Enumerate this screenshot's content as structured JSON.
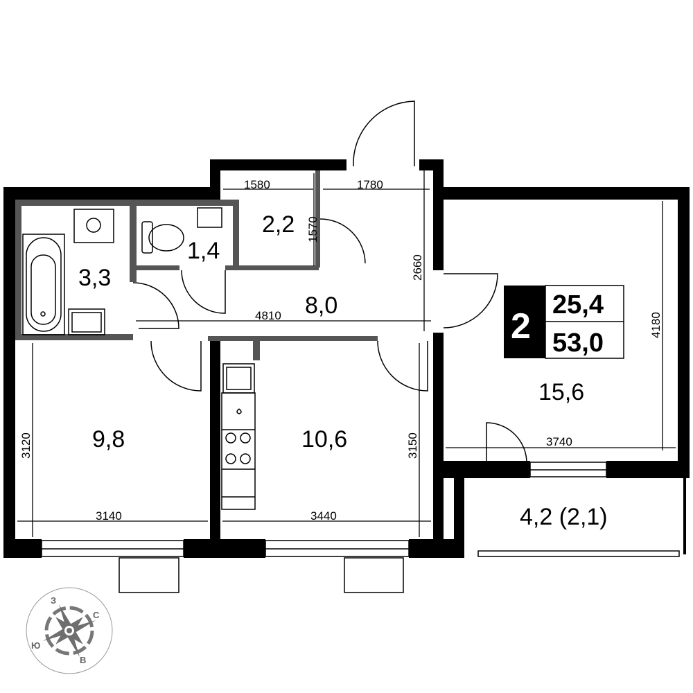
{
  "plan": {
    "rooms_count": "2",
    "living_area": "25,4",
    "total_area": "53,0",
    "rooms": {
      "bathroom": "3,3",
      "toilet": "1,4",
      "storage": "2,2",
      "hall": "8,0",
      "bedroom_left": "9,8",
      "kitchen": "10,6",
      "bedroom_right": "15,6",
      "balcony": "4,2 (2,1)"
    },
    "dimensions": {
      "storage_width": "1580",
      "entry_width": "1780",
      "storage_depth": "1570",
      "hall_depth": "2660",
      "hall_length": "4810",
      "right_room_depth": "4180",
      "right_room_width": "3740",
      "left_room_depth": "3120",
      "left_room_width": "3140",
      "kitchen_depth": "3150",
      "kitchen_width": "3440"
    },
    "compass": {
      "north": "С",
      "south": "Ю",
      "west": "З",
      "east": "В"
    }
  }
}
